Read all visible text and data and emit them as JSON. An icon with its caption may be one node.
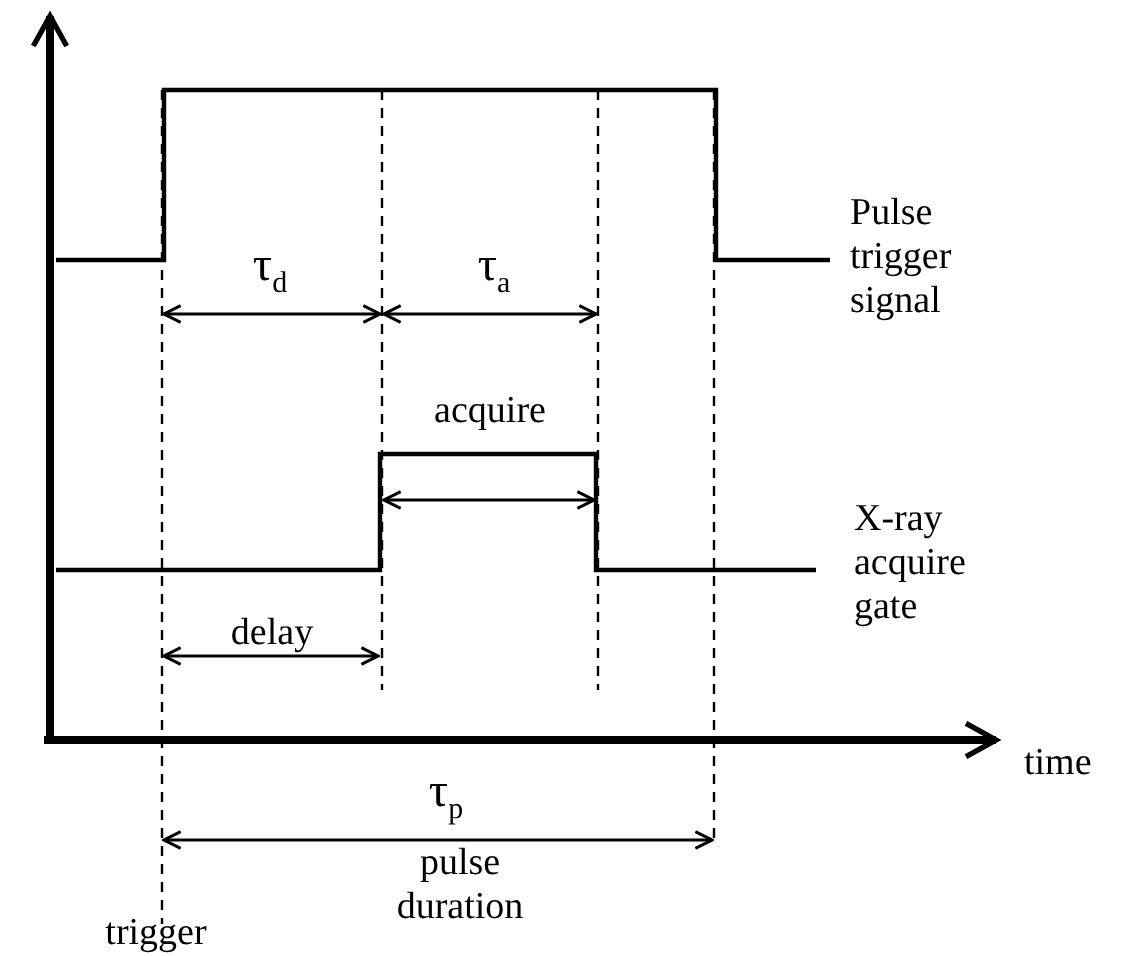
{
  "diagram": {
    "labels": [
      "Pulse trigger signal",
      "τ$_{d}$",
      "τ$_{a}$",
      "acquire",
      "X-ray acquire gate",
      "delay",
      "time",
      "τ$_{p}$",
      "pulse duration",
      "trigger"
    ]
  }
}
